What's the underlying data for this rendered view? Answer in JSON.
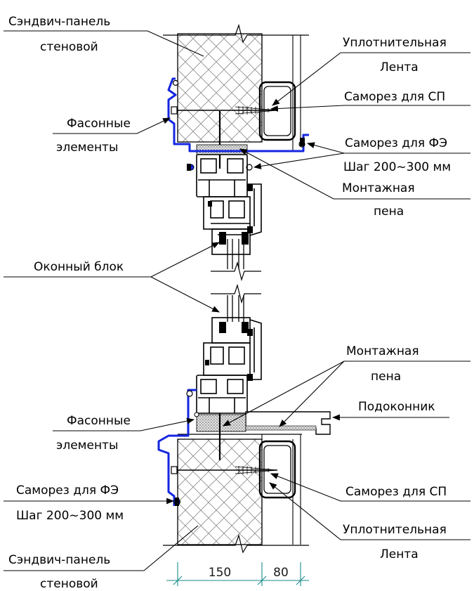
{
  "labels": {
    "sandwich_top_1": "Сэндвич-панель",
    "sandwich_top_2": "стеновой",
    "seal_top_1": "Уплотнительная",
    "seal_top_2": "Лента",
    "screw_sp_top": "Саморез для СП",
    "fasonnye_top_1": "Фасонные",
    "fasonnye_top_2": "элементы",
    "screw_fe_top_1": "Саморез для ФЭ",
    "screw_fe_top_2": "Шаг 200~300 мм",
    "foam_top_1": "Монтажная",
    "foam_top_2": "пена",
    "window_block": "Оконный блок",
    "foam_bot_1": "Монтажная",
    "foam_bot_2": "пена",
    "sill": "Подоконник",
    "fasonnye_bot_1": "Фасонные",
    "fasonnye_bot_2": "элементы",
    "screw_fe_bot_1": "Саморез для ФЭ",
    "screw_fe_bot_2": "Шаг 200~300 мм",
    "screw_sp_bot": "Саморез для СП",
    "seal_bot_1": "Уплотнительная",
    "seal_bot_2": "Лента",
    "sandwich_bot_1": "Сэндвич-панель",
    "sandwich_bot_2": "стеновой"
  },
  "dimensions": {
    "panel": "150",
    "gap": "80"
  },
  "colors": {
    "flashing": "#1426e0",
    "line": "#000000",
    "dimension": "#1a8a8a",
    "foam": "#bdbdbd"
  }
}
